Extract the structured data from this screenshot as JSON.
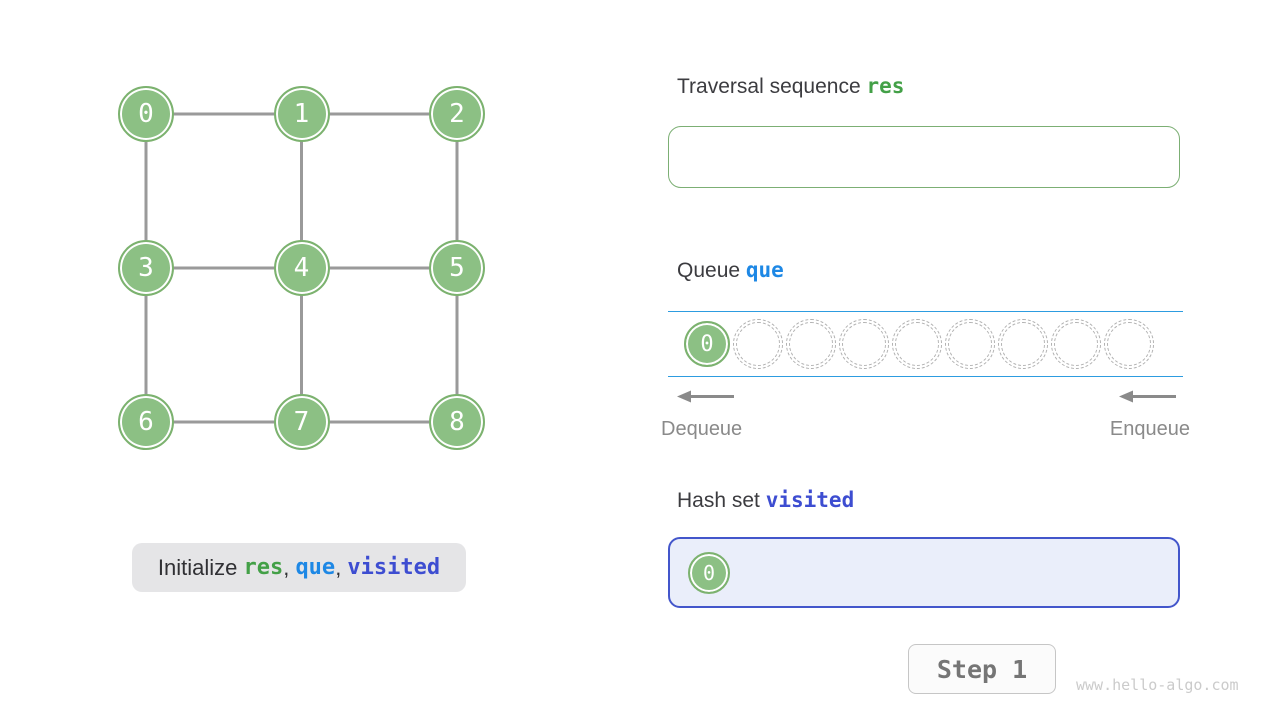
{
  "page": {
    "watermark": "www.hello-algo.com"
  },
  "graph": {
    "nodes": [
      {
        "label": "0",
        "row": 0,
        "col": 0
      },
      {
        "label": "1",
        "row": 0,
        "col": 1
      },
      {
        "label": "2",
        "row": 0,
        "col": 2
      },
      {
        "label": "3",
        "row": 1,
        "col": 0
      },
      {
        "label": "4",
        "row": 1,
        "col": 1
      },
      {
        "label": "5",
        "row": 1,
        "col": 2
      },
      {
        "label": "6",
        "row": 2,
        "col": 0
      },
      {
        "label": "7",
        "row": 2,
        "col": 1
      },
      {
        "label": "8",
        "row": 2,
        "col": 2
      }
    ],
    "edges": [
      [
        0,
        1
      ],
      [
        1,
        2
      ],
      [
        3,
        4
      ],
      [
        4,
        5
      ],
      [
        6,
        7
      ],
      [
        7,
        8
      ],
      [
        0,
        3
      ],
      [
        1,
        4
      ],
      [
        2,
        5
      ],
      [
        3,
        6
      ],
      [
        4,
        7
      ],
      [
        5,
        8
      ]
    ]
  },
  "caption": {
    "parts": [
      {
        "text": "Initialize ",
        "style": "plain"
      },
      {
        "text": "res",
        "style": "code-green"
      },
      {
        "text": ", ",
        "style": "plain"
      },
      {
        "text": "que",
        "style": "code-blue"
      },
      {
        "text": ", ",
        "style": "plain"
      },
      {
        "text": "visited",
        "style": "code-indigo"
      }
    ]
  },
  "res_section": {
    "title": "Traversal sequence ",
    "var": "res",
    "items": []
  },
  "queue_section": {
    "title": "Queue ",
    "var": "que",
    "capacity": 9,
    "slots": [
      "0",
      null,
      null,
      null,
      null,
      null,
      null,
      null,
      null
    ],
    "dequeue_label": "Dequeue",
    "enqueue_label": "Enqueue"
  },
  "visited_section": {
    "title": "Hash set ",
    "var": "visited",
    "items": [
      "0"
    ]
  },
  "controls": {
    "step_label": "Step 1"
  },
  "colors": {
    "node_green": "#8CC084",
    "node_border_green": "#7CB26F",
    "res_green": "#43A047",
    "que_blue": "#1E88E5",
    "visited_indigo": "#3D4DD1",
    "visited_box_border": "#4356CB",
    "visited_box_bg": "#EAEEFA",
    "queue_rail_blue": "#2D9CE0",
    "edge_gray": "#9A9A9A",
    "arrow_gray": "#8A8A8A"
  }
}
